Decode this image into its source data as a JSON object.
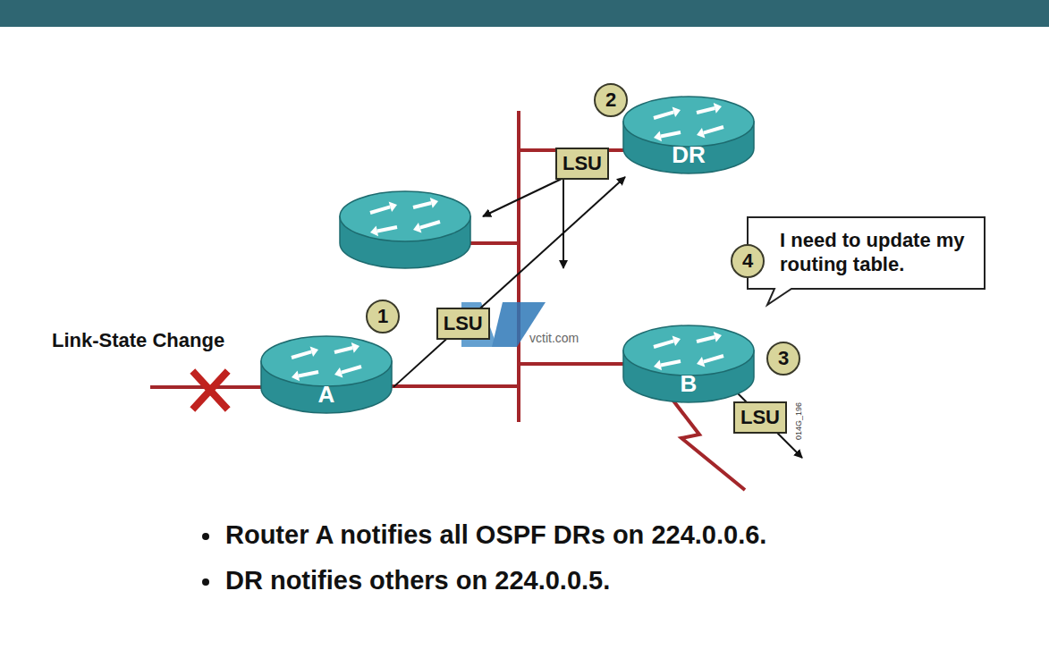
{
  "diagram": {
    "nodes": [
      {
        "text": [
          "DR"
        ]
      },
      {
        "text": [
          "I need to update my routing table."
        ]
      },
      {
        "text": [
          "A"
        ]
      },
      {
        "text": [
          "B"
        ]
      }
    ],
    "edges": [
      {
        "from": 2,
        "to": 0,
        "arrow": "to",
        "label": "LSU"
      }
    ],
    "labels": [
      "Link-State Change",
      "1",
      "2",
      "3",
      "4",
      "LSU",
      "LSU",
      "vctit.com",
      "014G_196",
      "Router A notifies all OSPF DRs on 224.0.0.6.",
      "DR notifies others on 224.0.0.5."
    ]
  }
}
